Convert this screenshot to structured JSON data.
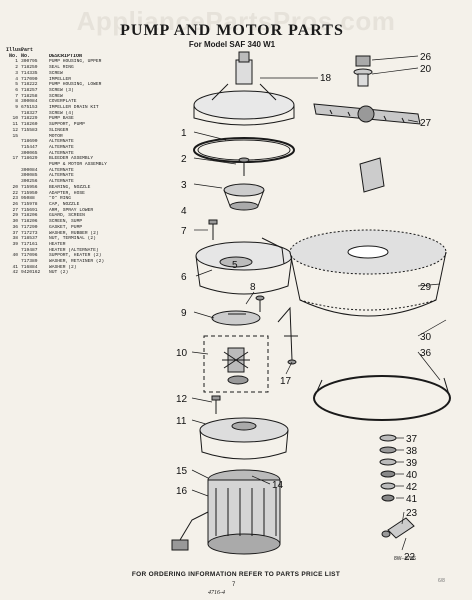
{
  "watermark": "AppliancePartsPros.com",
  "title": "PUMP AND MOTOR PARTS",
  "model_line": "For Model SAF 340 W1",
  "table": {
    "header_top": [
      "Illus.",
      "Part",
      ""
    ],
    "header_bottom": [
      "No.",
      "No.",
      "DESCRIPTION"
    ],
    "rows": [
      [
        "1",
        "300795",
        "PUMP HOUSING, UPPER"
      ],
      [
        "2",
        "718259",
        "SEAL RING"
      ],
      [
        "3",
        "714335",
        "SCREW"
      ],
      [
        "4",
        "717090",
        "IMPELLER"
      ],
      [
        "5",
        "718222",
        "PUMP HOUSING, LOWER"
      ],
      [
        "6",
        "718257",
        "SCREW (3)"
      ],
      [
        "7",
        "718258",
        "SCREW"
      ],
      [
        "8",
        "300084",
        "COVERPLATE"
      ],
      [
        "9",
        "675153",
        "IMPELLER DRAIN KIT"
      ],
      [
        "",
        "718327",
        "SCREW (4)"
      ],
      [
        "10",
        "718229",
        "PUMP BASE"
      ],
      [
        "11",
        "718260",
        "SUPPORT, PUMP"
      ],
      [
        "12",
        "715583",
        "SLINGER"
      ],
      [
        "15",
        "",
        "MOTOR"
      ],
      [
        "",
        "718690",
        "ALTERNATE"
      ],
      [
        "",
        "715447",
        "ALTERNATE"
      ],
      [
        "",
        "300065",
        "ALTERNATE"
      ],
      [
        "17",
        "718629",
        "BLEEDER ASSEMBLY"
      ],
      [
        "",
        "",
        "PUMP & MOTOR ASSEMBLY"
      ],
      [
        "",
        "300084",
        "ALTERNATE"
      ],
      [
        "",
        "300085",
        "ALTERNATE"
      ],
      [
        "",
        "300256",
        "ALTERNATE"
      ],
      [
        "20",
        "715956",
        "BEARING, NOZZLE"
      ],
      [
        "22",
        "715950",
        "ADAPTER, HOSE"
      ],
      [
        "23",
        "95088",
        "\"O\" RING"
      ],
      [
        "26",
        "715978",
        "CAP, NOZZLE"
      ],
      [
        "27",
        "715691",
        "ARM, SPRAY LOWER"
      ],
      [
        "29",
        "718206",
        "GUARD, SCREEN"
      ],
      [
        "30",
        "718206",
        "SCREEN, SUMP"
      ],
      [
        "36",
        "717290",
        "GASKET, PUMP"
      ],
      [
        "37",
        "717273",
        "WASHER, RUBBER (2)"
      ],
      [
        "38",
        "718537",
        "NUT, TERMINAL (2)"
      ],
      [
        "39",
        "717161",
        "HEATER"
      ],
      [
        "",
        "719487",
        "HEATER (ALTERNATE)"
      ],
      [
        "40",
        "717096",
        "SUPPORT, HEATER (2)"
      ],
      [
        "",
        "717389",
        "WASHER, RETAINER (2)"
      ],
      [
        "41",
        "716884",
        "WASHER (2)"
      ],
      [
        "42",
        "9420162",
        "NUT (2)"
      ]
    ]
  },
  "callouts": {
    "c1": "1",
    "c2": "2",
    "c3": "3",
    "c4": "4",
    "c5": "5",
    "c6": "6",
    "c7": "7",
    "c8": "8",
    "c9": "9",
    "c10": "10",
    "c11": "11",
    "c12": "12",
    "c14": "14",
    "c15": "15",
    "c16": "16",
    "c17": "17",
    "c18": "18",
    "c20": "20",
    "c22": "22",
    "c23": "23",
    "c26": "26",
    "c27": "27",
    "c29": "29",
    "c30": "30",
    "c36": "36",
    "c37": "37",
    "c38": "38",
    "c39": "39",
    "c40": "40",
    "c41": "41",
    "c42": "42"
  },
  "doc_code": "8W--9756",
  "footer": "FOR ORDERING INFORMATION REFER TO PARTS PRICE LIST",
  "page_num": "7",
  "corner_mark": "6/8",
  "scribble": "4716-4"
}
